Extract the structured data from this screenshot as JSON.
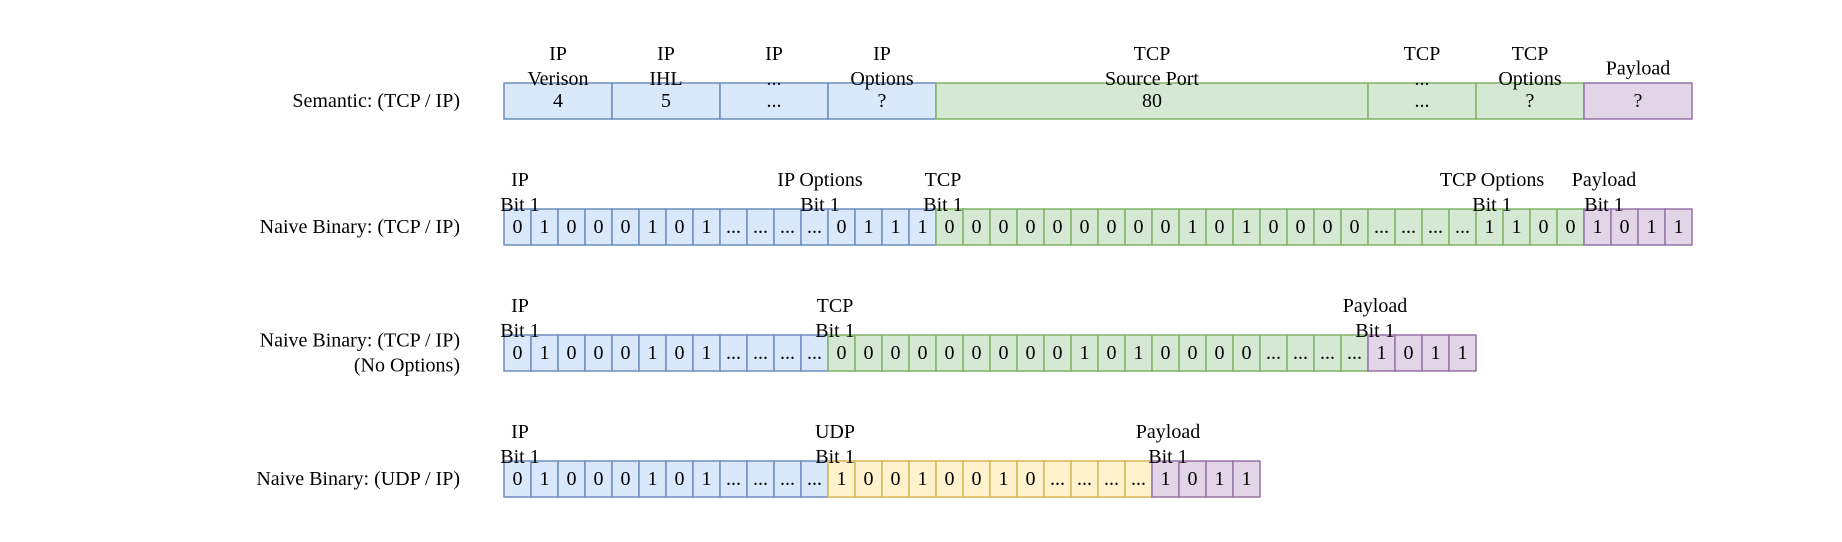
{
  "colors": {
    "ip": {
      "fill": "#dae8fc",
      "stroke": "#6c8ebf"
    },
    "tcp": {
      "fill": "#d5e8d4",
      "stroke": "#82b366"
    },
    "udp": {
      "fill": "#fff2cc",
      "stroke": "#d6b656"
    },
    "payload": {
      "fill": "#e1d5e7",
      "stroke": "#9673a6"
    }
  },
  "rows": [
    {
      "id": "semantic",
      "label": [
        "Semantic: (TCP / IP)"
      ],
      "headers": [
        {
          "lines": [
            "IP",
            "Verison"
          ]
        },
        {
          "lines": [
            "IP",
            "IHL"
          ]
        },
        {
          "lines": [
            "IP",
            "..."
          ]
        },
        {
          "lines": [
            "IP",
            "Options"
          ]
        },
        {
          "lines": [
            "TCP",
            "Source Port"
          ]
        },
        {
          "lines": [
            "TCP",
            "..."
          ]
        },
        {
          "lines": [
            "TCP",
            "Options"
          ]
        },
        {
          "lines": [
            "Payload"
          ]
        }
      ],
      "cells": [
        {
          "value": "4",
          "group": "ip"
        },
        {
          "value": "5",
          "group": "ip"
        },
        {
          "value": "...",
          "group": "ip"
        },
        {
          "value": "?",
          "group": "ip"
        },
        {
          "value": "80",
          "group": "tcp"
        },
        {
          "value": "...",
          "group": "tcp"
        },
        {
          "value": "?",
          "group": "tcp"
        },
        {
          "value": "?",
          "group": "payload"
        }
      ]
    },
    {
      "id": "naive-tcp-ip",
      "label": [
        "Naive Binary: (TCP / IP)"
      ],
      "headers": [
        {
          "lines": [
            "IP",
            "Bit 1"
          ]
        },
        {
          "lines": [
            "IP Options",
            "Bit 1"
          ]
        },
        {
          "lines": [
            "TCP",
            "Bit 1"
          ]
        },
        {
          "lines": [
            "TCP Options",
            "Bit 1"
          ]
        },
        {
          "lines": [
            "Payload",
            "Bit 1"
          ]
        }
      ],
      "segments": [
        {
          "group": "ip",
          "bits": [
            "0",
            "1",
            "0",
            "0",
            "0",
            "1",
            "0",
            "1",
            "...",
            "...",
            "...",
            "...",
            "0",
            "1",
            "1",
            "1"
          ]
        },
        {
          "group": "tcp",
          "bits": [
            "0",
            "0",
            "0",
            "0",
            "0",
            "0",
            "0",
            "0",
            "0",
            "1",
            "0",
            "1",
            "0",
            "0",
            "0",
            "0",
            "...",
            "...",
            "...",
            "...",
            "1",
            "1",
            "0",
            "0"
          ]
        },
        {
          "group": "payload",
          "bits": [
            "1",
            "0",
            "1",
            "1"
          ]
        }
      ]
    },
    {
      "id": "naive-tcp-ip-no-options",
      "label": [
        "Naive Binary: (TCP / IP)",
        "(No Options)"
      ],
      "headers": [
        {
          "lines": [
            "IP",
            "Bit 1"
          ]
        },
        {
          "lines": [
            "TCP",
            "Bit 1"
          ]
        },
        {
          "lines": [
            "Payload",
            "Bit 1"
          ]
        }
      ],
      "segments": [
        {
          "group": "ip",
          "bits": [
            "0",
            "1",
            "0",
            "0",
            "0",
            "1",
            "0",
            "1",
            "...",
            "...",
            "...",
            "..."
          ]
        },
        {
          "group": "tcp",
          "bits": [
            "0",
            "0",
            "0",
            "0",
            "0",
            "0",
            "0",
            "0",
            "0",
            "1",
            "0",
            "1",
            "0",
            "0",
            "0",
            "0",
            "...",
            "...",
            "...",
            "..."
          ]
        },
        {
          "group": "payload",
          "bits": [
            "1",
            "0",
            "1",
            "1"
          ]
        }
      ]
    },
    {
      "id": "naive-udp-ip",
      "label": [
        "Naive Binary: (UDP / IP)"
      ],
      "headers": [
        {
          "lines": [
            "IP",
            "Bit 1"
          ]
        },
        {
          "lines": [
            "UDP",
            "Bit 1"
          ]
        },
        {
          "lines": [
            "Payload",
            "Bit 1"
          ]
        }
      ],
      "segments": [
        {
          "group": "ip",
          "bits": [
            "0",
            "1",
            "0",
            "0",
            "0",
            "1",
            "0",
            "1",
            "...",
            "...",
            "...",
            "..."
          ]
        },
        {
          "group": "udp",
          "bits": [
            "1",
            "0",
            "0",
            "1",
            "0",
            "0",
            "1",
            "0",
            "...",
            "...",
            "...",
            "..."
          ]
        },
        {
          "group": "payload",
          "bits": [
            "1",
            "0",
            "1",
            "1"
          ]
        }
      ]
    }
  ]
}
